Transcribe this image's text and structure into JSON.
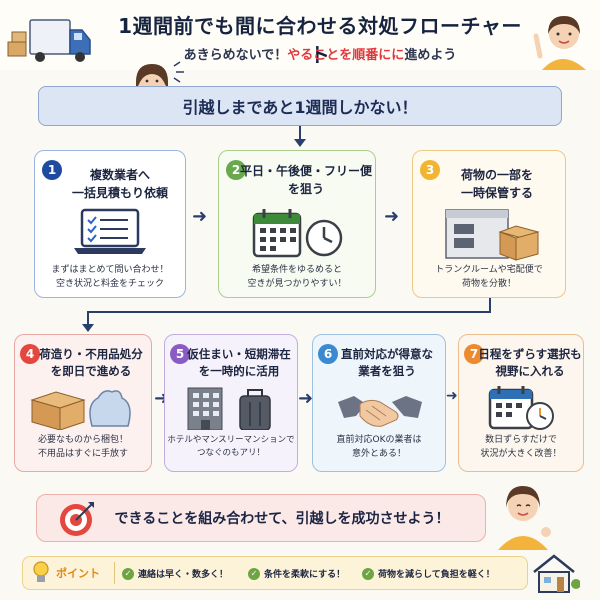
{
  "header": {
    "title": "1週間前でも間に合わせる対処フローチャート",
    "subtitle_prefix": "あきらめないで！",
    "subtitle_emphasis": "やることを順番に",
    "subtitle_suffix": "進めよう"
  },
  "banner": {
    "text": "引越しまであと1週間しかない！"
  },
  "colors": {
    "blue": "#1e4aa0",
    "green": "#6aa84f",
    "yellow": "#f1b531",
    "red": "#e4473e",
    "purple": "#8b5bc4",
    "lblue": "#3b8ad1",
    "orange": "#ec8a2f"
  },
  "steps": [
    {
      "num": "1",
      "title_line1": "複数業者へ",
      "title_line2": "一括見積もり依頼",
      "desc_line1": "まずはまとめて問い合わせ！",
      "desc_line2": "空き状況と料金をチェック",
      "icon": "laptop-checklist-icon"
    },
    {
      "num": "2",
      "title_line1": "平日・午後便・フリー便",
      "title_line2": "を狙う",
      "desc_line1": "希望条件をゆるめると",
      "desc_line2": "空きが見つかりやすい！",
      "icon": "calendar-clock-icon"
    },
    {
      "num": "3",
      "title_line1": "荷物の一部を",
      "title_line2": "一時保管する",
      "desc_line1": "トランクルームや宅配便で",
      "desc_line2": "荷物を分散！",
      "icon": "storage-box-icon"
    },
    {
      "num": "4",
      "title_line1": "荷造り・不用品処分",
      "title_line2": "を即日で進める",
      "desc_line1": "必要なものから梱包！",
      "desc_line2": "不用品はすぐに手放す",
      "icon": "box-bag-icon"
    },
    {
      "num": "5",
      "title_line1": "仮住まい・短期滞在",
      "title_line2": "を一時的に活用",
      "desc_line1": "ホテルやマンスリーマンションで",
      "desc_line2": "つなぐのもアリ！",
      "icon": "hotel-suitcase-icon"
    },
    {
      "num": "6",
      "title_line1": "直前対応が得意な",
      "title_line2": "業者を狙う",
      "desc_line1": "直前対応OKの業者は",
      "desc_line2": "意外とある！",
      "icon": "handshake-icon"
    },
    {
      "num": "7",
      "title_line1": "日程をずらす選択も",
      "title_line2": "視野に入れる",
      "desc_line1": "数日ずらすだけで",
      "desc_line2": "状況が大きく改善！",
      "icon": "calendar-shift-icon"
    }
  ],
  "goal": {
    "text": "できることを組み合わせて、引越しを成功させよう！"
  },
  "points": {
    "label": "ポイント",
    "items": [
      "連絡は早く・数多く！",
      "条件を柔軟にする！",
      "荷物を減らして負担を軽く！"
    ]
  }
}
